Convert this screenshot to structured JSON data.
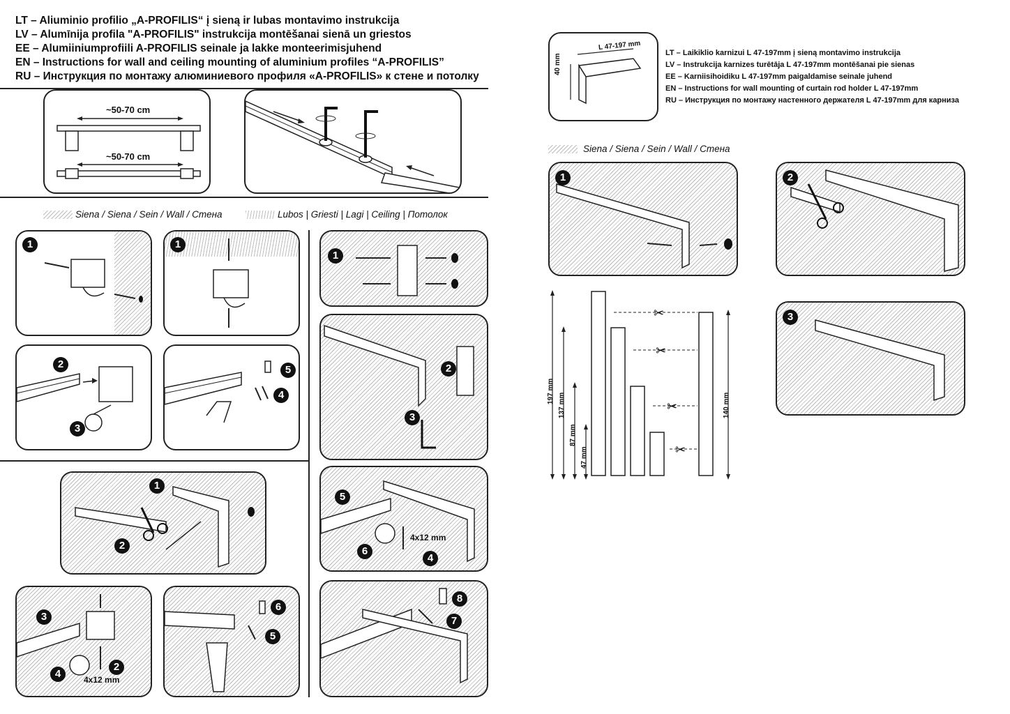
{
  "profile_titles": [
    "LT – Aliuminio profilio „A-PROFILIS“ į sieną ir lubas montavimo instrukcija",
    "LV – Alumīnija profila \"A-PROFILIS\" instrukcija montēšanai sienā un griestos",
    "EE – Alumiiniumprofiili A-PROFILIS seinale ja lakke monteerimisjuhend",
    "EN – Instructions for wall and ceiling mounting of aluminium profiles “A-PROFILIS”",
    "RU – Инструкция по монтажу алюминиевого профиля «A-PROFILIS» к стене и потолку"
  ],
  "spacing": {
    "top": "~50-70 cm",
    "bottom": "~50-70 cm"
  },
  "legend": {
    "wall": "Siena / Siena / Sein / Wall / Стена",
    "ceiling": "Lubos | Griesti | Lagi | Ceiling | Потолок"
  },
  "screw_size": "4x12 mm",
  "holder": {
    "length_label": "L 47-197 mm",
    "height_label": "40 mm",
    "titles": [
      "LT – Laikiklio karnizui L 47-197mm  į sieną montavimo instrukcija",
      "LV – Instrukcija karnizes turētāja L 47-197mm montēšanai pie sienas",
      "EE – Karniisihoidiku L 47-197mm paigaldamise seinale juhend",
      "EN – Instructions for wall mounting of curtain rod holder L 47-197mm",
      "RU – Инструкция по монтажу настенного держателя L 47-197mm для карниза"
    ],
    "wall_legend": "Siena / Siena / Sein / Wall / Стена"
  },
  "dimensions": {
    "d197": "197 mm",
    "d137": "137 mm",
    "d87": "87 mm",
    "d47": "47 mm",
    "d140": "140 mm"
  },
  "step_numbers": {
    "one": "1",
    "two": "2",
    "three": "3",
    "four": "4",
    "five": "5",
    "six": "6",
    "seven": "7",
    "eight": "8"
  }
}
